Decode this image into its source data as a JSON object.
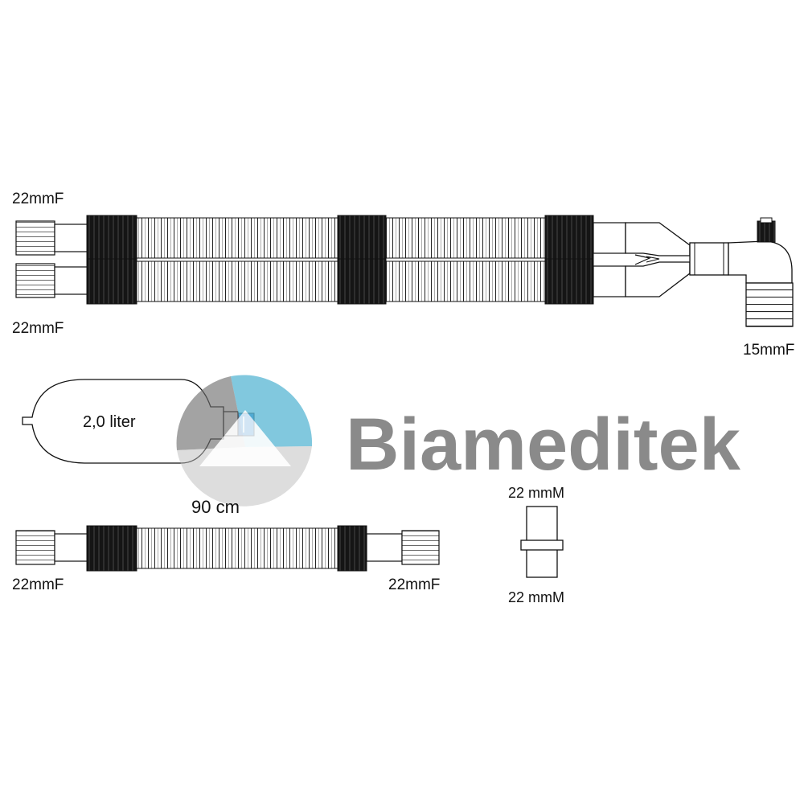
{
  "labels": {
    "top_upper_connector": "22mmF",
    "top_lower_connector": "22mmF",
    "elbow_connector": "15mmF",
    "bag_volume": "2,0 liter",
    "hose_length": "90 cm",
    "bottom_left_connector": "22mmF",
    "bottom_right_connector": "22mmF",
    "adapter_top": "22 mmM",
    "adapter_bottom": "22 mmM"
  },
  "watermark": {
    "text": "Biameditek",
    "color": "#8a8a8a",
    "logo_colors": [
      "#5bb7d4",
      "#6f6f6f",
      "#bdbdbd"
    ]
  },
  "colors": {
    "line": "#111111",
    "band": "#111111",
    "valve_blue": "#2f7fd0"
  }
}
